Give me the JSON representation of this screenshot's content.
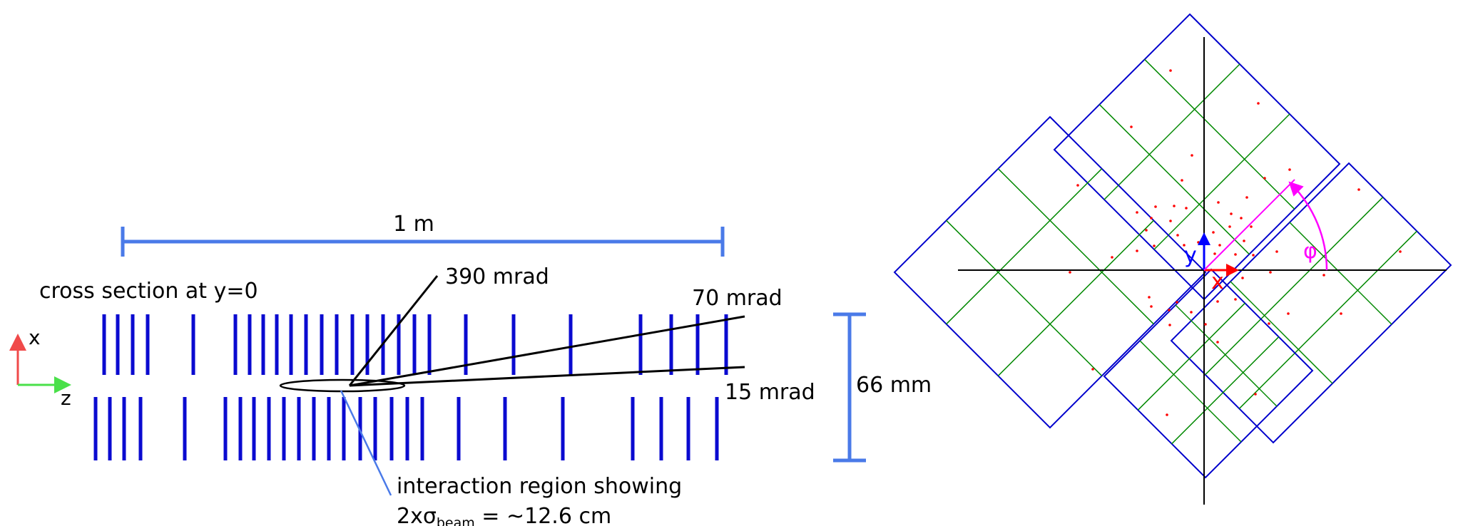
{
  "left_panel": {
    "title": "cross section at y=0",
    "scale_bar_label": "1 m",
    "height_label": "66 mm",
    "angle_labels": [
      "390 mrad",
      "70 mrad",
      "15 mrad"
    ],
    "interaction_caption_line1": "interaction region showing",
    "interaction_caption_prefix": "2xσ",
    "interaction_caption_subscript": "beam",
    "interaction_caption_suffix": " = ~12.6 cm",
    "axis_x": "x",
    "axis_z": "z",
    "colors": {
      "stations": "#0a0ad0",
      "scale": "#4a7ae8",
      "axis_x": "#f04a4a",
      "axis_z": "#4ae04a",
      "callout": "#4a7ae8"
    }
  },
  "right_panel": {
    "axis_x": "x",
    "axis_y": "y",
    "angle": "φ",
    "colors": {
      "module_outline": "#0000cc",
      "pixel_grid": "#008800",
      "hits": "#ff0000",
      "x_axis_arrow": "#ff0000",
      "y_axis_arrow": "#0000ff",
      "phi": "#ff00ff"
    }
  }
}
